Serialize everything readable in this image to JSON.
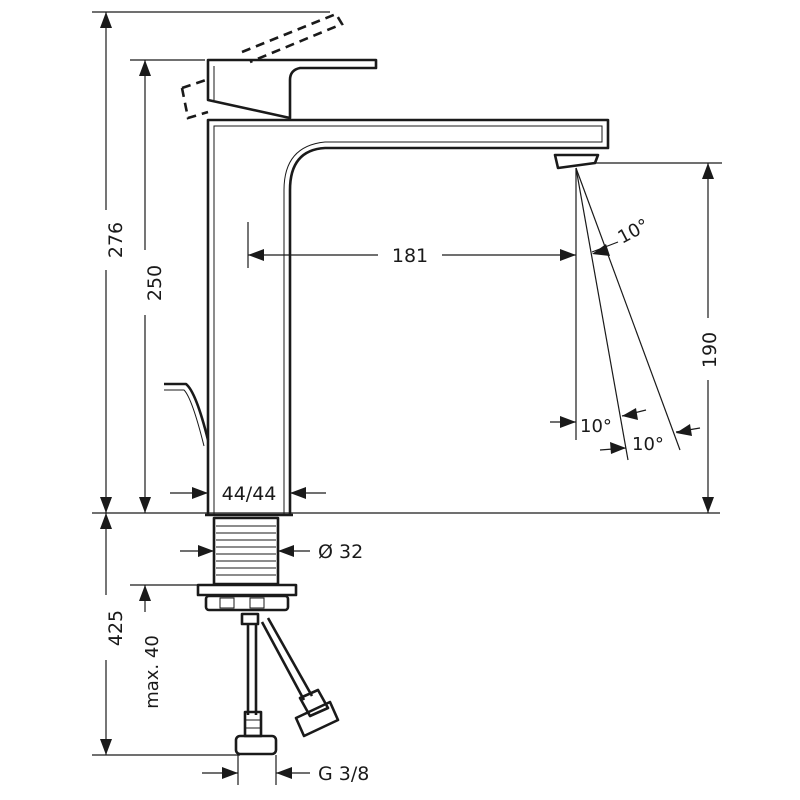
{
  "dimensions": {
    "total_height": "276",
    "body_height": "250",
    "spout_reach": "181",
    "spout_clearance": "190",
    "base_size": "44/44",
    "shank_diameter": "Ø 32",
    "hose_length": "425",
    "max_deck_thickness": "max. 40",
    "connection_thread": "G 3/8",
    "angle_right": "10°",
    "angle_bottom_left": "10°",
    "angle_bottom_right": "10°"
  }
}
